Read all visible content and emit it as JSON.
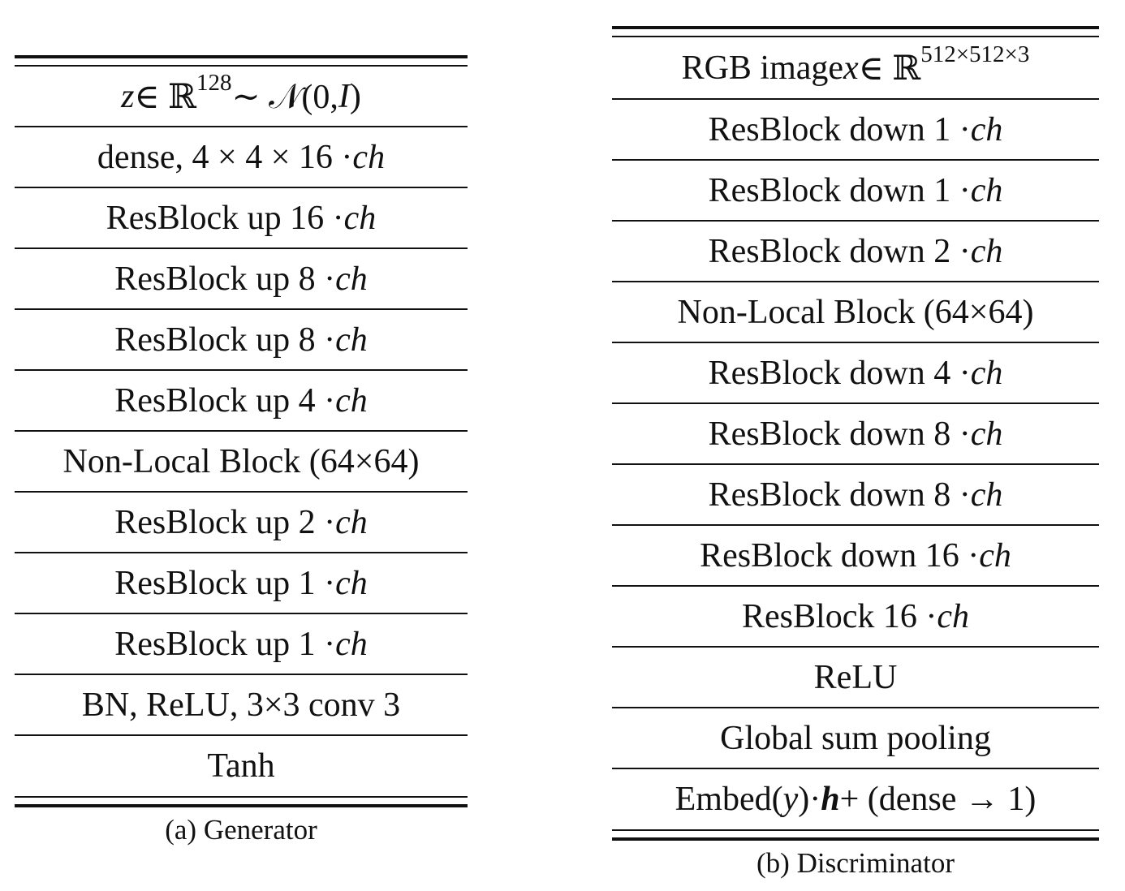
{
  "generator": {
    "caption": "(a)  Generator",
    "rows": [
      [
        {
          "t": "z",
          "s": "i"
        },
        {
          "t": " ∈ ℝ",
          "s": "r"
        },
        {
          "t": "128",
          "s": "sup"
        },
        {
          "t": " ∼ 𝒩(0, ",
          "s": "r"
        },
        {
          "t": "I",
          "s": "i"
        },
        {
          "t": ")",
          "s": "r"
        }
      ],
      [
        {
          "t": "dense, 4 × 4 × 16 · ",
          "s": "r"
        },
        {
          "t": "ch",
          "s": "i"
        }
      ],
      [
        {
          "t": "ResBlock up 16 · ",
          "s": "r"
        },
        {
          "t": "ch",
          "s": "i"
        }
      ],
      [
        {
          "t": "ResBlock up 8 · ",
          "s": "r"
        },
        {
          "t": "ch",
          "s": "i"
        }
      ],
      [
        {
          "t": "ResBlock up 8 · ",
          "s": "r"
        },
        {
          "t": "ch",
          "s": "i"
        }
      ],
      [
        {
          "t": "ResBlock up 4 · ",
          "s": "r"
        },
        {
          "t": "ch",
          "s": "i"
        }
      ],
      [
        {
          "t": "Non-Local Block (64×64)",
          "s": "r"
        }
      ],
      [
        {
          "t": "ResBlock up 2 · ",
          "s": "r"
        },
        {
          "t": "ch",
          "s": "i"
        }
      ],
      [
        {
          "t": "ResBlock up 1 · ",
          "s": "r"
        },
        {
          "t": "ch",
          "s": "i"
        }
      ],
      [
        {
          "t": "ResBlock up 1 · ",
          "s": "r"
        },
        {
          "t": "ch",
          "s": "i"
        }
      ],
      [
        {
          "t": "BN, ReLU, 3×3 conv 3",
          "s": "r"
        }
      ],
      [
        {
          "t": "Tanh",
          "s": "r"
        }
      ]
    ]
  },
  "discriminator": {
    "caption": "(b)  Discriminator",
    "rows": [
      [
        {
          "t": "RGB image ",
          "s": "r"
        },
        {
          "t": "x",
          "s": "i"
        },
        {
          "t": " ∈ ℝ",
          "s": "r"
        },
        {
          "t": "512×512×3",
          "s": "sup"
        }
      ],
      [
        {
          "t": "ResBlock down 1 · ",
          "s": "r"
        },
        {
          "t": "ch",
          "s": "i"
        }
      ],
      [
        {
          "t": "ResBlock down 1 · ",
          "s": "r"
        },
        {
          "t": "ch",
          "s": "i"
        }
      ],
      [
        {
          "t": "ResBlock down 2 · ",
          "s": "r"
        },
        {
          "t": "ch",
          "s": "i"
        }
      ],
      [
        {
          "t": "Non-Local Block (64×64)",
          "s": "r"
        }
      ],
      [
        {
          "t": "ResBlock down 4 · ",
          "s": "r"
        },
        {
          "t": "ch",
          "s": "i"
        }
      ],
      [
        {
          "t": "ResBlock down 8 · ",
          "s": "r"
        },
        {
          "t": "ch",
          "s": "i"
        }
      ],
      [
        {
          "t": "ResBlock down 8 · ",
          "s": "r"
        },
        {
          "t": "ch",
          "s": "i"
        }
      ],
      [
        {
          "t": "ResBlock down 16 · ",
          "s": "r"
        },
        {
          "t": "ch",
          "s": "i"
        }
      ],
      [
        {
          "t": "ResBlock 16 · ",
          "s": "r"
        },
        {
          "t": "ch",
          "s": "i"
        }
      ],
      [
        {
          "t": "ReLU",
          "s": "r"
        }
      ],
      [
        {
          "t": "Global sum pooling",
          "s": "r"
        }
      ],
      [
        {
          "t": "Embed(",
          "s": "r"
        },
        {
          "t": "y",
          "s": "i"
        },
        {
          "t": ")·",
          "s": "r"
        },
        {
          "t": "h",
          "s": "bi"
        },
        {
          "t": " + (dense → 1)",
          "s": "r"
        }
      ]
    ]
  }
}
